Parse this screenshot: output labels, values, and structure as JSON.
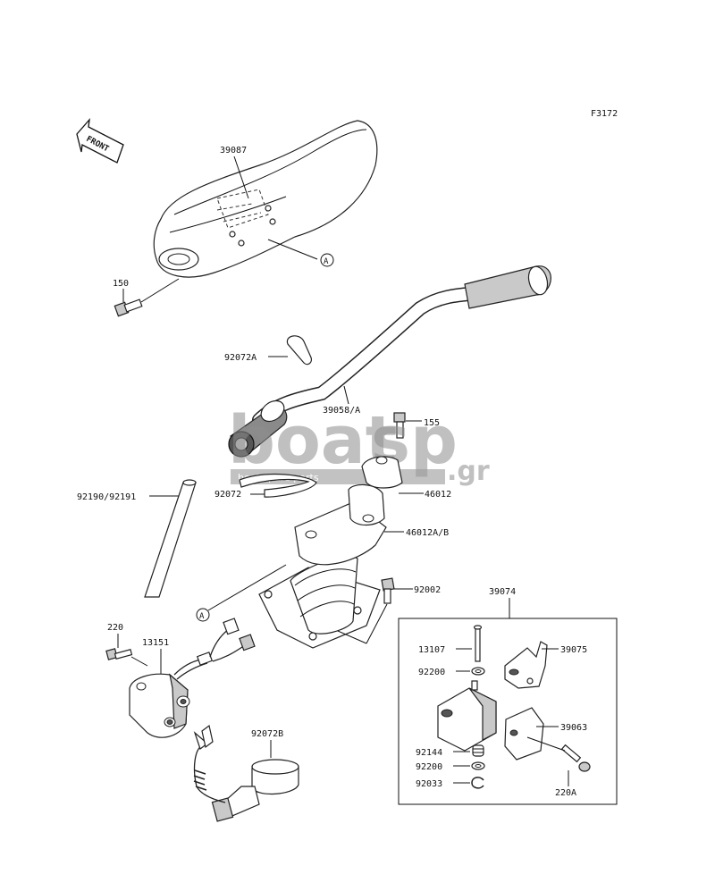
{
  "figure_code": "F3172",
  "front_arrow_text": "FRONT",
  "reference_marker": "A",
  "watermark": {
    "brand_left": "boat",
    "brand_right": "sp",
    "suffix": ".gr",
    "tagline": "boat spare parts"
  },
  "part_labels": {
    "cover": "39087",
    "bolt_150": "150",
    "clamp_92072a": "92072A",
    "handlebar": "39058/A",
    "bolt_155": "155",
    "hose": "92190/92191",
    "clamp_92072": "92072",
    "holder": "46012",
    "holder_ab": "46012A/B",
    "bolt_92002": "92002",
    "assy": "39074",
    "screw_220": "220",
    "switch": "13151",
    "pin": "13107",
    "lever": "39075",
    "washer_a": "92200",
    "cover_39063": "39063",
    "spring": "92144",
    "washer_b": "92200",
    "bolt_220a": "220A",
    "ring": "92033",
    "clamp_92072b": "92072B"
  }
}
